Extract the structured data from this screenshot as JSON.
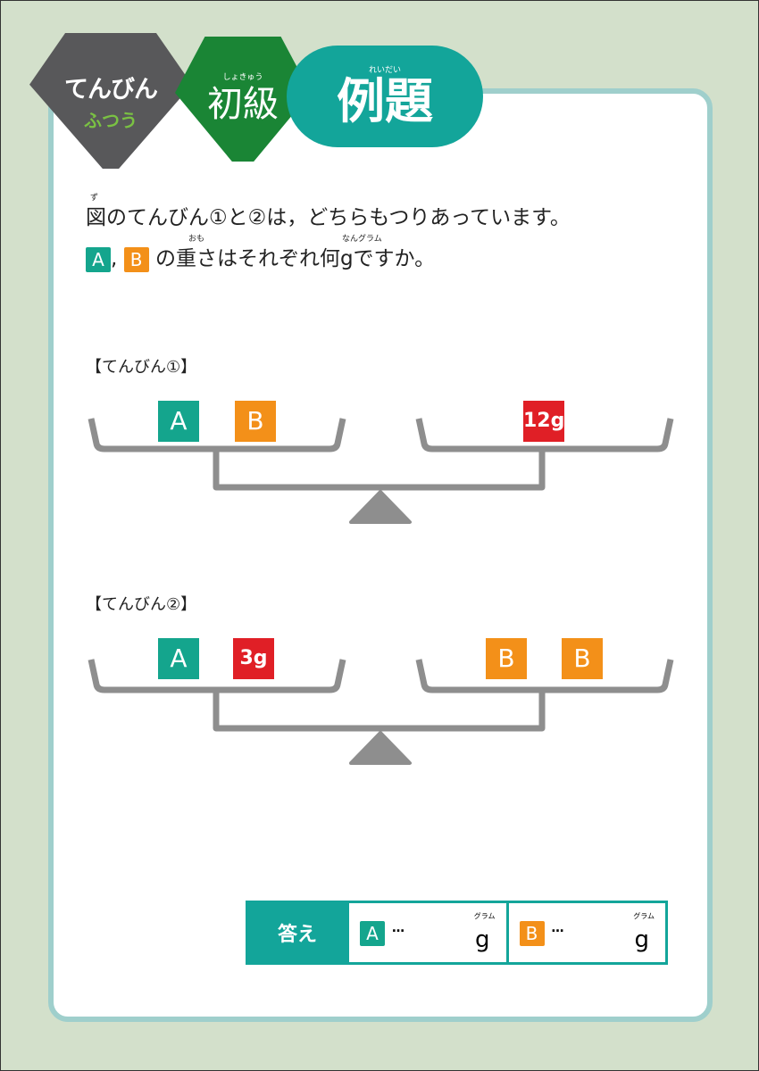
{
  "header": {
    "category": "てんびん",
    "level_label": "ふつう",
    "grade": "初級",
    "grade_ruby": "しょきゅう",
    "type": "例題",
    "type_ruby": "れいだい"
  },
  "question": {
    "line1": "図のてんびん①と②は，どちらもつりあっています。",
    "line1_ruby": "ず",
    "line2_a": "A",
    "line2_sep": ",",
    "line2_b": "B",
    "line2_rest": "の重さはそれぞれ何gですか。",
    "ruby_omo": "おも",
    "ruby_nan": "なんグラム"
  },
  "scales": [
    {
      "label": "【てんびん①】",
      "left": [
        "A",
        "B"
      ],
      "right": [
        "12g"
      ]
    },
    {
      "label": "【てんびん②】",
      "left": [
        "A",
        "3g"
      ],
      "right": [
        "B",
        "B"
      ]
    }
  ],
  "answer": {
    "header": "答え",
    "a_label": "A",
    "b_label": "B",
    "dots": "…",
    "unit": "g",
    "unit_ruby": "グラム"
  },
  "colors": {
    "A": "#14a58d",
    "B": "#f39019",
    "weight": "#e01f26",
    "accent": "#13a59a"
  }
}
